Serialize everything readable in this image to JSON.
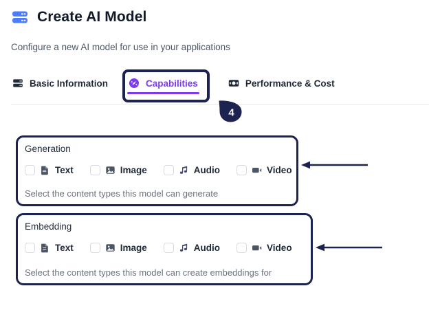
{
  "header": {
    "icon": "server-icon",
    "title": "Create AI Model",
    "subtitle": "Configure a new AI model for use in your applications"
  },
  "tabs": [
    {
      "label": "Basic Information",
      "icon": "server-icon",
      "active": false
    },
    {
      "label": "Capabilities",
      "icon": "gauge-icon",
      "active": true
    },
    {
      "label": "Performance & Cost",
      "icon": "banknote-icon",
      "active": false
    }
  ],
  "cards": {
    "generation": {
      "title": "Generation",
      "help": "Select the content types this model can generate",
      "options": [
        {
          "label": "Text",
          "icon": "document-icon",
          "checked": false
        },
        {
          "label": "Image",
          "icon": "image-icon",
          "checked": false
        },
        {
          "label": "Audio",
          "icon": "music-note-icon",
          "checked": false
        },
        {
          "label": "Video",
          "icon": "video-camera-icon",
          "checked": false
        }
      ]
    },
    "embedding": {
      "title": "Embedding",
      "help": "Select the content types this model can create embeddings for",
      "options": [
        {
          "label": "Text",
          "icon": "document-icon",
          "checked": false
        },
        {
          "label": "Image",
          "icon": "image-icon",
          "checked": false
        },
        {
          "label": "Audio",
          "icon": "music-note-icon",
          "checked": false
        },
        {
          "label": "Video",
          "icon": "video-camera-icon",
          "checked": false
        }
      ]
    }
  },
  "annotations": {
    "step_number": "4",
    "accent_color": "#1c2350",
    "highlight_target": "Capabilities",
    "arrow_generation": "arrow-pointing-left",
    "arrow_embedding": "arrow-pointing-left"
  },
  "colors": {
    "accent_purple": "#7c3aed",
    "header_icon_blue": "#4a7dfc",
    "annotation_navy": "#1c2350",
    "text_dark": "#1f2937",
    "text_muted": "#6b7280"
  }
}
